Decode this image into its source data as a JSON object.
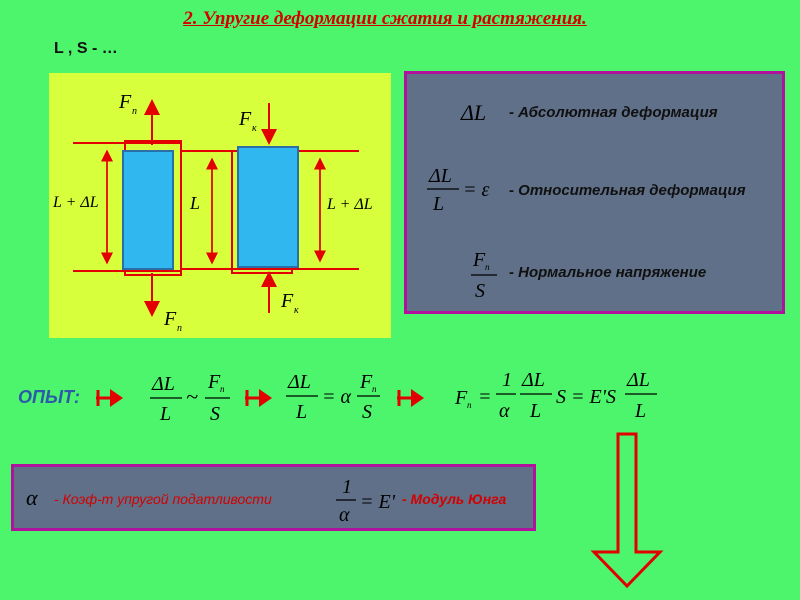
{
  "title": "2. Упругие деформации сжатия и растяжения.",
  "subtitle": "L , S - …",
  "diagram": {
    "f_n_label": "F",
    "f_n_sub": "n",
    "f_k_label": "F",
    "f_k_sub": "к",
    "l_plus_dl": "L + ΔL",
    "l": "L"
  },
  "definitions": [
    {
      "symbol": "ΔL",
      "text": "- Абсолютная деформация"
    },
    {
      "symbol": "ΔL/L = ε",
      "text": "- Относительная деформация"
    },
    {
      "symbol": "Fn/S",
      "text": "- Нормальное напряжение"
    }
  ],
  "experiment_label": "ОПЫТ:",
  "bottom": {
    "alpha": "α",
    "coef_text": "- Коэф-т упругой  податливости",
    "young_text": "- Модуль Юнга"
  },
  "colors": {
    "background": "#4cf56b",
    "panel_yellow": "#d8ff3c",
    "panel_slate": "#5f7088",
    "border_purple": "#b0129e",
    "red": "#e30000",
    "blue_rect": "#31b7f0"
  }
}
